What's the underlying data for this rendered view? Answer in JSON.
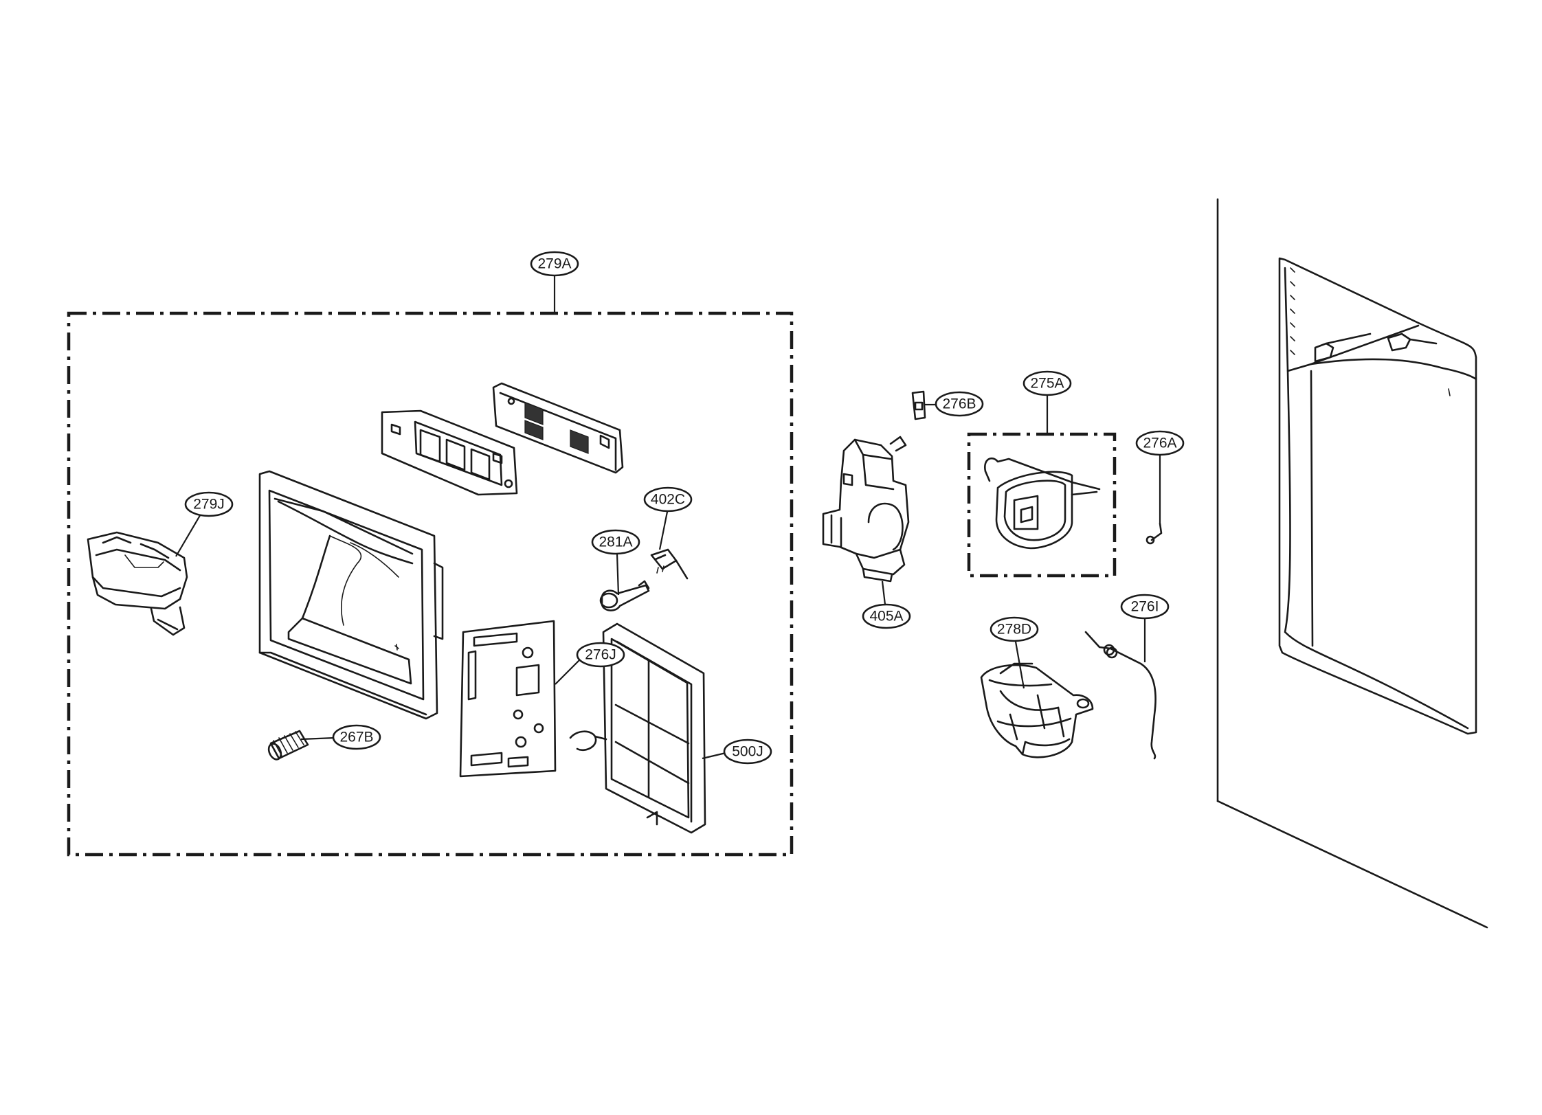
{
  "callouts": {
    "c279A": "279A",
    "c279J": "279J",
    "c402C": "402C",
    "c281A": "281A",
    "c276J": "276J",
    "c267B": "267B",
    "c500J": "500J",
    "c276B": "276B",
    "c275A": "275A",
    "c276A": "276A",
    "c405A": "405A",
    "c278D": "278D",
    "c276I": "276I"
  }
}
